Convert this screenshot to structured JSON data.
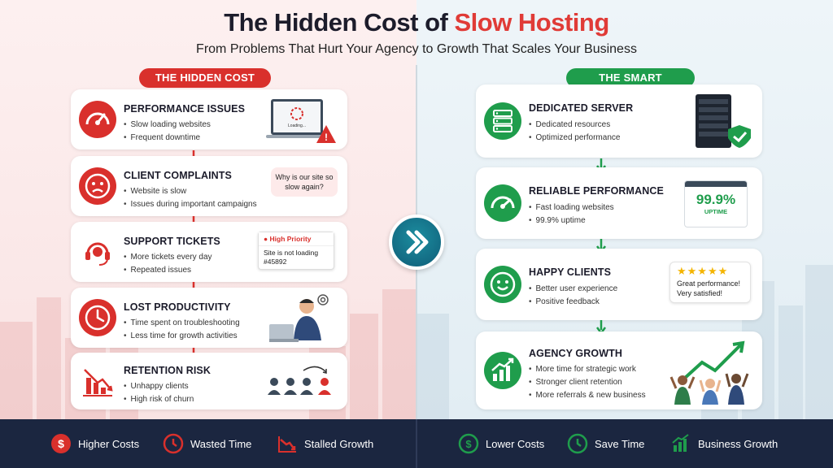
{
  "header": {
    "title_main": "The Hidden Cost of ",
    "title_accent": "Slow Hosting",
    "subtitle": "From Problems That Hurt Your Agency to Growth That Scales Your Business"
  },
  "left": {
    "pill": "THE HIDDEN COST",
    "cards": [
      {
        "title": "PERFORMANCE ISSUES",
        "items": [
          "Slow loading websites",
          "Frequent downtime"
        ],
        "icon": "speedometer-slow-icon"
      },
      {
        "title": "CLIENT COMPLAINTS",
        "items": [
          "Website is slow",
          "Issues during important campaigns"
        ],
        "icon": "sad-face-icon"
      },
      {
        "title": "SUPPORT TICKETS",
        "items": [
          "More tickets every day",
          "Repeated issues"
        ],
        "icon": "headset-icon"
      },
      {
        "title": "LOST PRODUCTIVITY",
        "items": [
          "Time spent on troubleshooting",
          "Less time for growth activities"
        ],
        "icon": "clock-icon"
      },
      {
        "title": "RETENTION RISK",
        "items": [
          "Unhappy clients",
          "High risk of churn"
        ],
        "icon": "declining-chart-icon"
      }
    ],
    "laptop_text": "Loading...",
    "bubble": "Why is our site so slow again?",
    "ticket": {
      "priority": "High Priority",
      "line1": "Site is not loading",
      "line2": "#45892"
    }
  },
  "right": {
    "pill": "THE SMART CHOICE",
    "cards": [
      {
        "title": "DEDICATED SERVER",
        "items": [
          "Dedicated resources",
          "Optimized performance"
        ],
        "icon": "server-icon"
      },
      {
        "title": "RELIABLE PERFORMANCE",
        "items": [
          "Fast loading websites",
          "99.9% uptime"
        ],
        "icon": "speedometer-fast-icon"
      },
      {
        "title": "HAPPY CLIENTS",
        "items": [
          "Better user experience",
          "Positive feedback"
        ],
        "icon": "happy-face-icon"
      },
      {
        "title": "AGENCY GROWTH",
        "items": [
          "More time for strategic work",
          "Stronger client retention",
          "More referrals & new business"
        ],
        "icon": "growth-chart-icon"
      }
    ],
    "uptime": {
      "value": "99.9%",
      "label": "UPTIME"
    },
    "review": {
      "stars": "★★★★★",
      "line1": "Great performance!",
      "line2": "Very satisfied!"
    }
  },
  "footer": {
    "left": [
      "Higher Costs",
      "Wasted Time",
      "Stalled Growth"
    ],
    "right": [
      "Lower Costs",
      "Save Time",
      "Business Growth"
    ]
  },
  "colors": {
    "red": "#d9302c",
    "green": "#1f9d4c",
    "navy": "#1b2640",
    "teal": "#0f5d78"
  }
}
